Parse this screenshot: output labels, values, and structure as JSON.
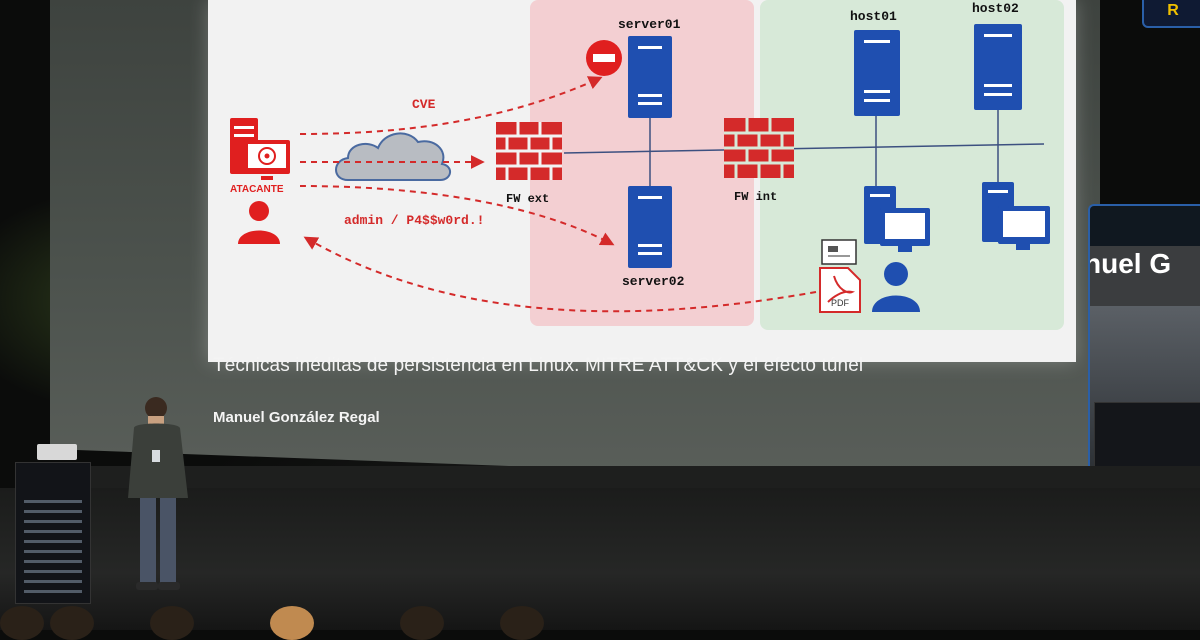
{
  "slide": {
    "caption": "Técnicas inéditas de persistencia en Linux. MITRE ATT&CK y el efecto túnel",
    "speaker": "Manuel González Regal",
    "diagram": {
      "attacker_label": "ATACANTE",
      "cve_label": "CVE",
      "credentials_label": "admin / P4$$w0rd.!",
      "fw_ext_label": "FW ext",
      "fw_int_label": "FW int",
      "server01_label": "server01",
      "server02_label": "server02",
      "host01_label": "host01",
      "host02_label": "host02",
      "pdf_label": "PDF"
    },
    "colors": {
      "attacker_red": "#e01f1f",
      "server_blue": "#1f4fb0",
      "dmz_zone": "#f3cfd2",
      "internal_zone": "#d7e9d8",
      "slide_bg": "#f2f2f2"
    }
  },
  "side_monitor": {
    "banner_text": "nuel G"
  },
  "top_logo": {
    "text": "R"
  }
}
